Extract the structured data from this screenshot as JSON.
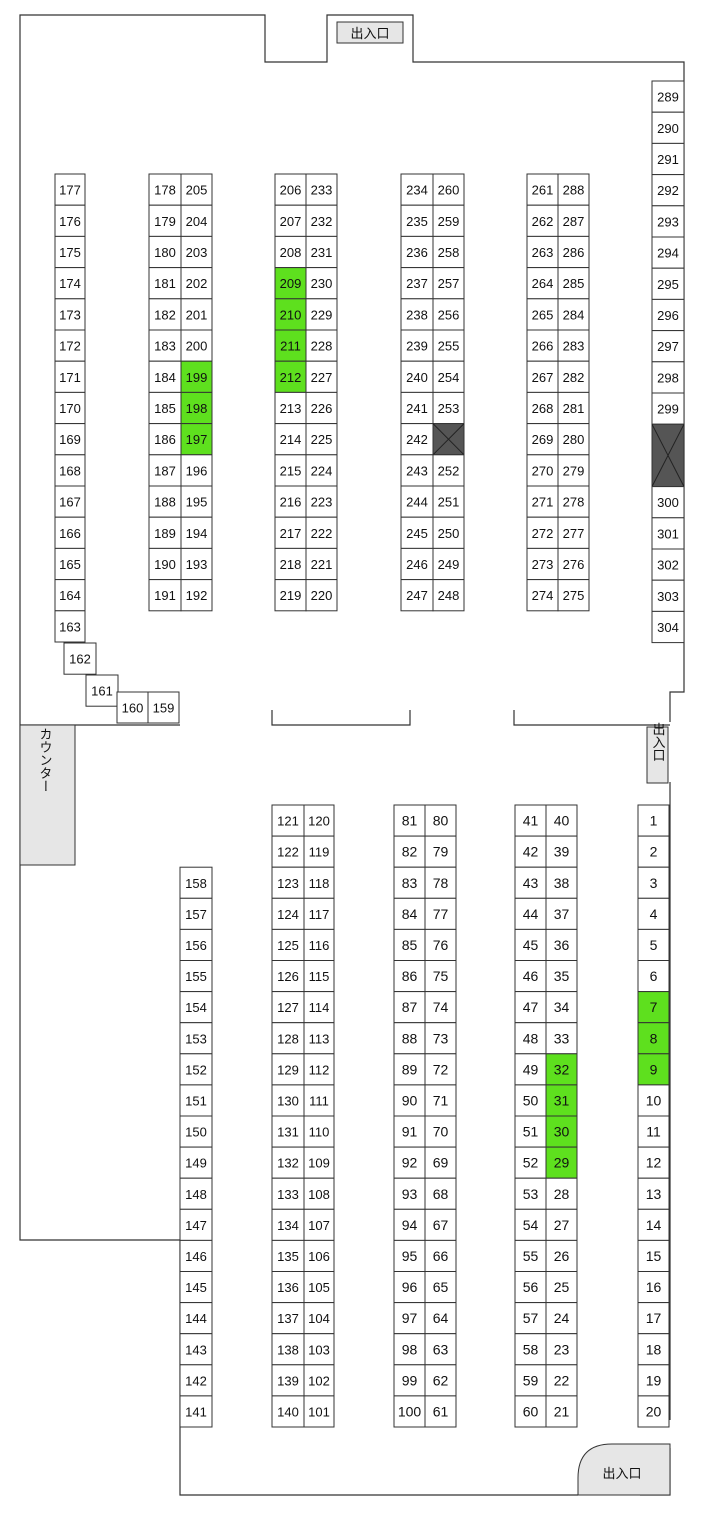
{
  "colors": {
    "highlight": "#5ee01e",
    "blocked": "#555555",
    "label_bg": "#e6e6e6",
    "line": "#333333"
  },
  "labels": {
    "entrance_top": "出入口",
    "entrance_right": "出入口",
    "entrance_bottom": "出入口",
    "counter": "カウンター"
  },
  "highlighted_stalls": [
    "7",
    "8",
    "9",
    "29",
    "30",
    "31",
    "32",
    "197",
    "198",
    "199",
    "209",
    "210",
    "211",
    "212"
  ],
  "blocked_stalls": [
    "blocked-253",
    "blocked-299"
  ],
  "upper_area": {
    "col_177_163": [
      "177",
      "176",
      "175",
      "174",
      "173",
      "172",
      "171",
      "170",
      "169",
      "168",
      "167",
      "166",
      "165",
      "164",
      "163"
    ],
    "stairs": [
      "162",
      "161",
      "160",
      "159"
    ],
    "col_178_191": [
      "178",
      "179",
      "180",
      "181",
      "182",
      "183",
      "184",
      "185",
      "186",
      "187",
      "188",
      "189",
      "190",
      "191"
    ],
    "col_205_192": [
      "205",
      "204",
      "203",
      "202",
      "201",
      "200",
      "199",
      "198",
      "197",
      "196",
      "195",
      "194",
      "193",
      "192"
    ],
    "col_206_219": [
      "206",
      "207",
      "208",
      "209",
      "210",
      "211",
      "212",
      "213",
      "214",
      "215",
      "216",
      "217",
      "218",
      "219"
    ],
    "col_233_220": [
      "233",
      "232",
      "231",
      "230",
      "229",
      "228",
      "227",
      "226",
      "225",
      "224",
      "223",
      "222",
      "221",
      "220"
    ],
    "col_234_247": [
      "234",
      "235",
      "236",
      "237",
      "238",
      "239",
      "240",
      "241",
      "242",
      "243",
      "244",
      "245",
      "246",
      "247"
    ],
    "col_260_248": [
      "260",
      "259",
      "258",
      "257",
      "256",
      "255",
      "254",
      "253",
      "",
      "252",
      "251",
      "250",
      "249",
      "248"
    ],
    "col_261_274": [
      "261",
      "262",
      "263",
      "264",
      "265",
      "266",
      "267",
      "268",
      "269",
      "270",
      "271",
      "272",
      "273",
      "274"
    ],
    "col_288_275": [
      "288",
      "287",
      "286",
      "285",
      "284",
      "283",
      "282",
      "281",
      "280",
      "279",
      "278",
      "277",
      "276",
      "275"
    ],
    "col_289_304": [
      "289",
      "290",
      "291",
      "292",
      "293",
      "294",
      "295",
      "296",
      "297",
      "298",
      "299",
      "",
      "",
      "300",
      "301",
      "302",
      "303",
      "304"
    ]
  },
  "lower_area": {
    "col_158_141": [
      "158",
      "157",
      "156",
      "155",
      "154",
      "153",
      "152",
      "151",
      "150",
      "149",
      "148",
      "147",
      "146",
      "145",
      "144",
      "143",
      "142",
      "141"
    ],
    "col_121_140": [
      "121",
      "122",
      "123",
      "124",
      "125",
      "126",
      "127",
      "128",
      "129",
      "130",
      "131",
      "132",
      "133",
      "134",
      "135",
      "136",
      "137",
      "138",
      "139",
      "140"
    ],
    "col_120_101": [
      "120",
      "119",
      "118",
      "117",
      "116",
      "115",
      "114",
      "113",
      "112",
      "111",
      "110",
      "109",
      "108",
      "107",
      "106",
      "105",
      "104",
      "103",
      "102",
      "101"
    ],
    "col_81_100": [
      "81",
      "82",
      "83",
      "84",
      "85",
      "86",
      "87",
      "88",
      "89",
      "90",
      "91",
      "92",
      "93",
      "94",
      "95",
      "96",
      "97",
      "98",
      "99",
      "100"
    ],
    "col_80_61": [
      "80",
      "79",
      "78",
      "77",
      "76",
      "75",
      "74",
      "73",
      "72",
      "71",
      "70",
      "69",
      "68",
      "67",
      "66",
      "65",
      "64",
      "63",
      "62",
      "61"
    ],
    "col_41_60": [
      "41",
      "42",
      "43",
      "44",
      "45",
      "46",
      "47",
      "48",
      "49",
      "50",
      "51",
      "52",
      "53",
      "54",
      "55",
      "56",
      "57",
      "58",
      "59",
      "60"
    ],
    "col_40_21": [
      "40",
      "39",
      "38",
      "37",
      "36",
      "35",
      "34",
      "33",
      "32",
      "31",
      "30",
      "29",
      "28",
      "27",
      "26",
      "25",
      "24",
      "23",
      "22",
      "21"
    ],
    "col_1_20": [
      "1",
      "2",
      "3",
      "4",
      "5",
      "6",
      "7",
      "8",
      "9",
      "10",
      "11",
      "12",
      "13",
      "14",
      "15",
      "16",
      "17",
      "18",
      "19",
      "20"
    ]
  }
}
